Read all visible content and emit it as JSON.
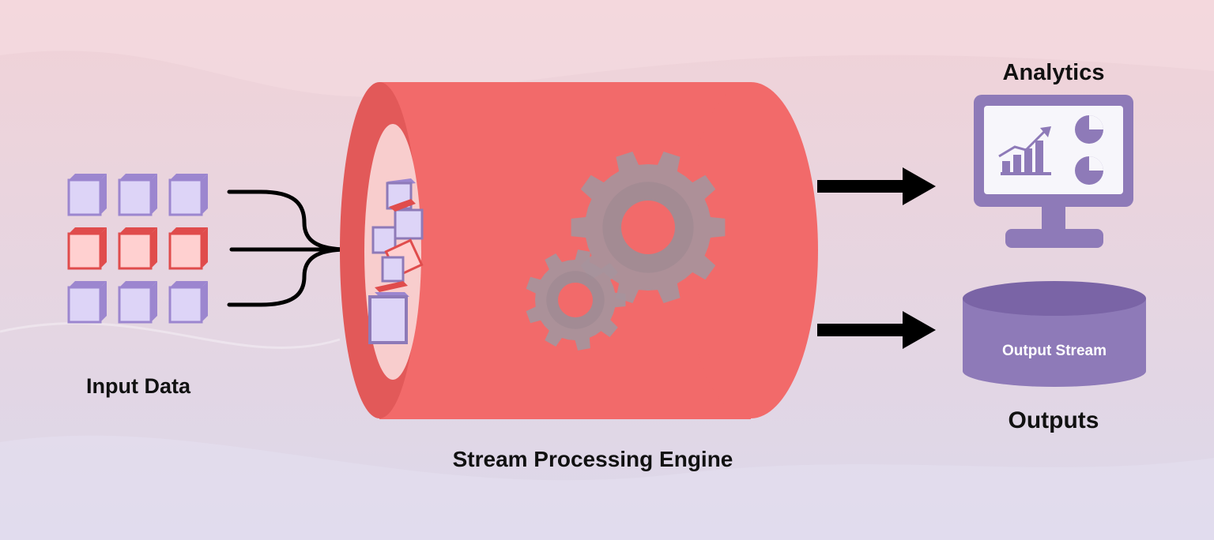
{
  "labels": {
    "input_data": "Input Data",
    "engine": "Stream Processing Engine",
    "analytics": "Analytics",
    "output_stream": "Output Stream",
    "outputs": "Outputs"
  },
  "colors": {
    "background_top": "#f1d2d7",
    "background_bottom": "#dcd8ea",
    "engine_red": "#f26a6a",
    "engine_red_dark": "#e25959",
    "engine_inner": "#f8cdcd",
    "purple": "#8e7ab8",
    "purple_light": "#ddd4f7",
    "purple_side": "#9c86cf",
    "red_block": "#ff9b9b",
    "red_block_side": "#e04c4c",
    "gear": "#a7949c",
    "arrow": "#000000",
    "text": "#111111"
  },
  "input_grid": {
    "rows": [
      [
        "purple",
        "purple",
        "purple"
      ],
      [
        "red",
        "red",
        "red"
      ],
      [
        "purple",
        "purple",
        "purple"
      ]
    ]
  },
  "icons": {
    "gears": "gears-icon",
    "monitor": "monitor-analytics-icon",
    "chart": "bar-chart-trend-icon",
    "pie": "pie-chart-icon",
    "database": "database-cylinder-icon"
  }
}
